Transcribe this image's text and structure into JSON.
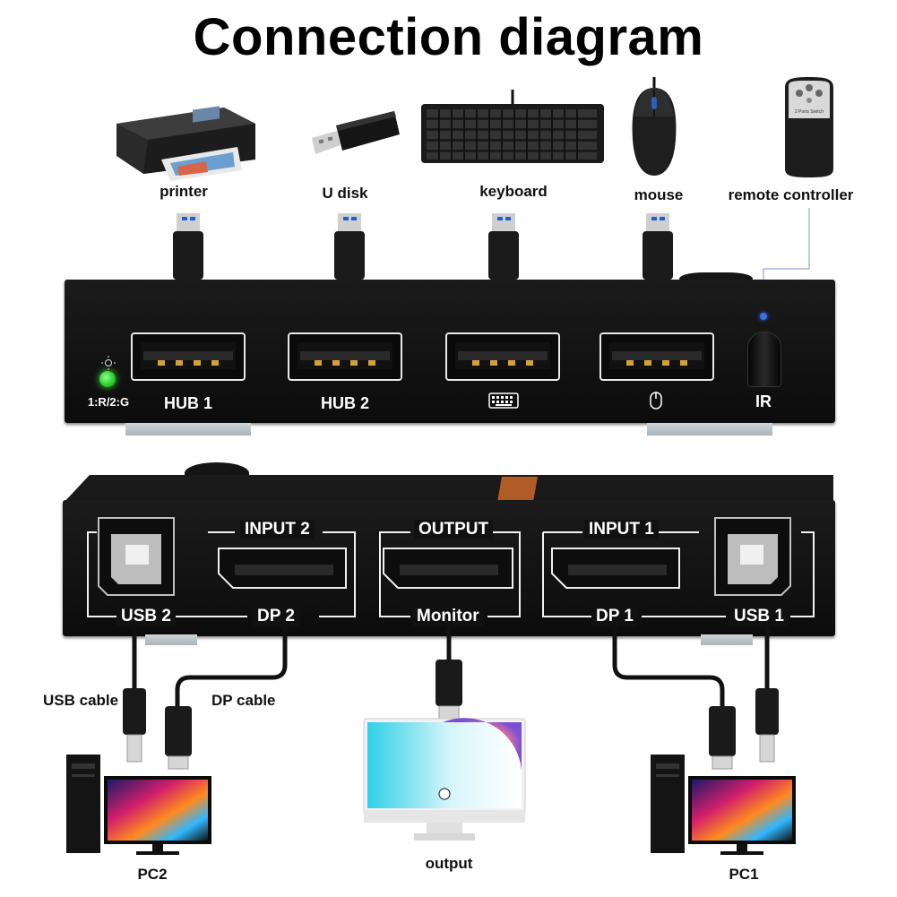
{
  "title": "Connection diagram",
  "devices": {
    "printer": "printer",
    "udisk": "U disk",
    "keyboard": "keyboard",
    "mouse": "mouse",
    "remote": "remote controller"
  },
  "front_panel": {
    "led_label": "1:R/2:G",
    "hub1": "HUB 1",
    "hub2": "HUB 2",
    "ir": "IR",
    "keyboard_icon": "keyboard-icon",
    "mouse_icon": "mouse-icon",
    "led_icon": "sun-icon"
  },
  "back_panel": {
    "input2": "INPUT 2",
    "output": "OUTPUT",
    "input1": "INPUT 1",
    "usb2": "USB 2",
    "dp2": "DP 2",
    "monitor": "Monitor",
    "dp1": "DP 1",
    "usb1": "USB 1"
  },
  "cables": {
    "usb_cable": "USB cable",
    "dp_cable": "DP cable"
  },
  "bottom": {
    "pc2": "PC2",
    "output": "output",
    "pc1": "PC1"
  },
  "remote_text": "2 Ports Switch",
  "colors": {
    "led_green": "#3ddc3d",
    "ir_blue": "#3a6fe8",
    "usb_blue": "#1f5fd6"
  }
}
